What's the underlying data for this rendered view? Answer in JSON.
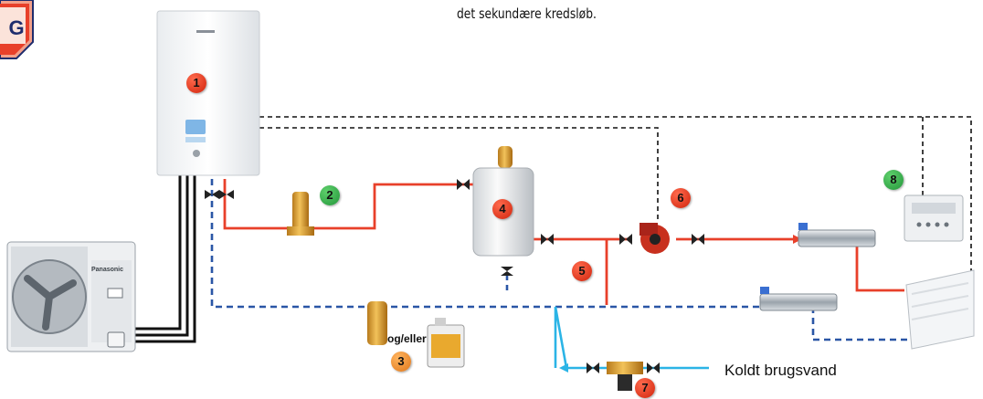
{
  "caption": "det sekundære kredsløb.",
  "corner_badge": "G",
  "labels": {
    "cold_water": "Koldt brugsvand",
    "and_or": "og/eller",
    "outdoor_brand": "Panasonic"
  },
  "components": [
    {
      "id": "1",
      "color": "red"
    },
    {
      "id": "2",
      "color": "green"
    },
    {
      "id": "3",
      "color": "orange"
    },
    {
      "id": "4",
      "color": "red"
    },
    {
      "id": "5",
      "color": "red"
    },
    {
      "id": "6",
      "color": "red"
    },
    {
      "id": "7",
      "color": "red"
    },
    {
      "id": "8",
      "color": "green"
    }
  ],
  "colors": {
    "hot_pipe": "#e8402a",
    "return_pipe": "#2a56a6",
    "cold_pipe": "#2bb4e6",
    "control_wire": "#111111",
    "badge_red": "#d0240c",
    "badge_green": "#23963a",
    "badge_orange": "#e0771a"
  }
}
